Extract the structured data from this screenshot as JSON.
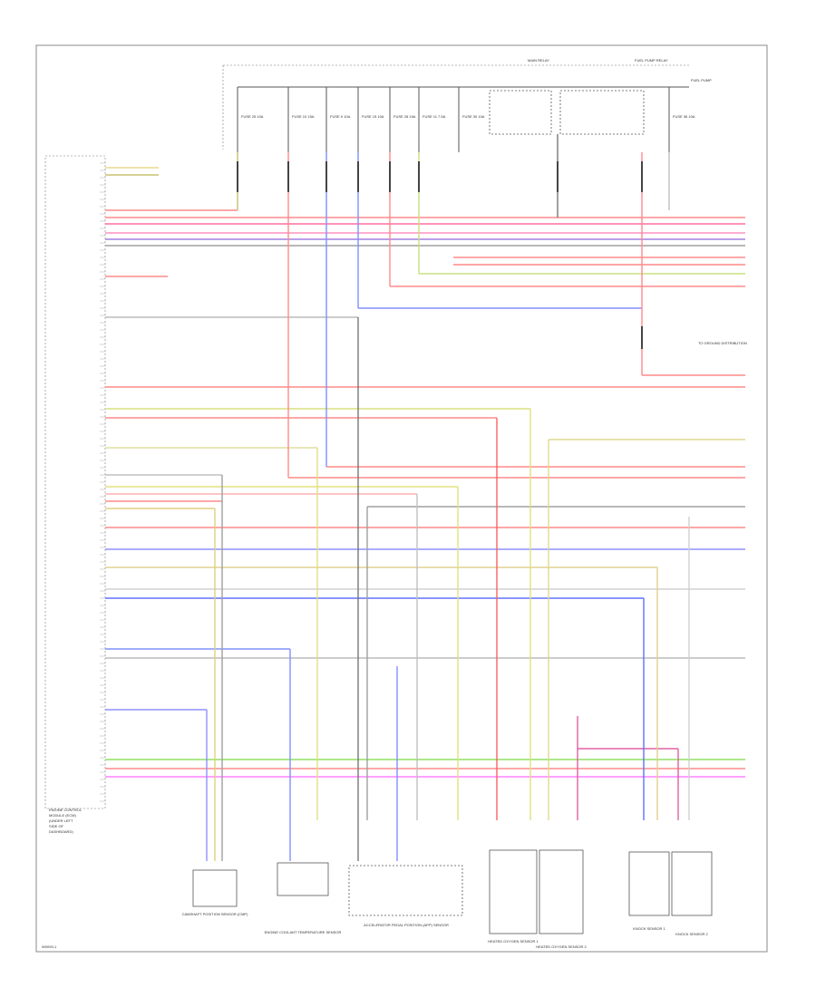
{
  "diagram": {
    "ecm_label": [
      "ENGINE CONTROL",
      "MODULE (ECM)",
      "(UNDER LEFT",
      "SIDE OF",
      "DASHBOARD)"
    ],
    "footer_code": "W0099-1",
    "relay_label_left": "MAIN RELAY",
    "relay_label_right": "FUEL PUMP RELAY",
    "fuse_labels": [
      "FUSE 25 10A",
      "FUSE 10 15A",
      "FUSE 9 10A",
      "FUSE 15 10A",
      "FUSE 28 15A",
      "FUSE 11 7.5A",
      "FUSE 30 10A",
      "FUSE 36 10A"
    ],
    "ground_note": "TO GROUND DISTRIBUTION",
    "fuel_pump_note": "FUEL PUMP",
    "components": [
      "CAMSHAFT POSITION SENSOR (CMP)",
      "ENGINE COOLANT TEMPERATURE SENSOR",
      "ACCELERATOR PEDAL POSITION (APP) SENSOR",
      "HEATED OXYGEN SENSOR 1",
      "HEATED OXYGEN SENSOR 2",
      "KNOCK SENSOR 1",
      "KNOCK SENSOR 2"
    ]
  }
}
